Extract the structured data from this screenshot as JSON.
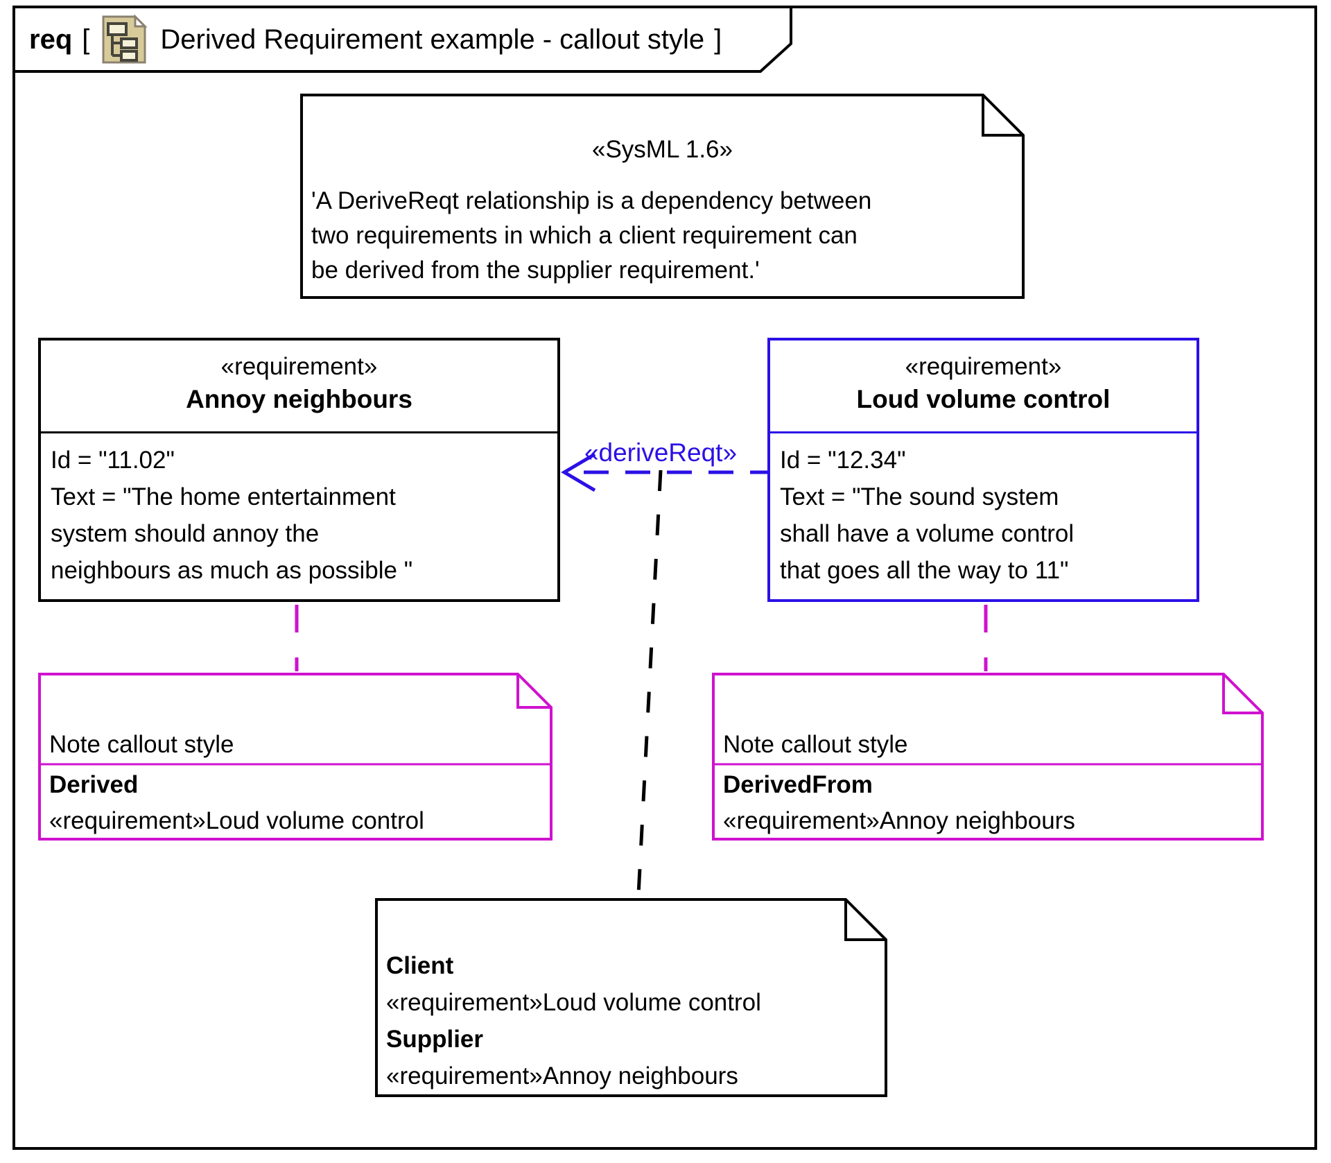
{
  "frame": {
    "keyword": "req",
    "bracket_open": "[",
    "icon": "requirement-diagram-icon",
    "title": "Derived Requirement example - callout style",
    "bracket_close": "]"
  },
  "colors": {
    "requirement_blue": "#2b10e6",
    "note_magenta": "#cf12cf",
    "diagram_black": "#000000",
    "icon_khaki": "#d8cb9a"
  },
  "sysml_note": {
    "stereotype": "«SysML 1.6»",
    "body_lines": [
      "'A DeriveReqt relationship is a dependency between",
      "two requirements in which a client requirement can",
      "be derived from the supplier requirement.'"
    ]
  },
  "requirement_left": {
    "stereotype": "«requirement»",
    "name": "Annoy neighbours",
    "body_lines": [
      "Id = \"11.02\"",
      "Text = \"The home entertainment",
      "system should annoy the",
      "neighbours as much as possible \""
    ]
  },
  "requirement_right": {
    "stereotype": "«requirement»",
    "name": "Loud volume control",
    "body_lines": [
      "Id = \"12.34\"",
      "Text = \"The sound system",
      "shall have a volume control",
      "that goes all the way to 11\""
    ]
  },
  "derive_relationship": {
    "label": "«deriveReqt»"
  },
  "note_left": {
    "title": "Note callout style",
    "prop": "Derived",
    "value": "«requirement»Loud volume control"
  },
  "note_right": {
    "title": "Note callout style",
    "prop": "DerivedFrom",
    "value": "«requirement»Annoy neighbours"
  },
  "note_bottom": {
    "client_label": "Client",
    "client_value": "«requirement»Loud volume control",
    "supplier_label": "Supplier",
    "supplier_value": "«requirement»Annoy neighbours"
  }
}
